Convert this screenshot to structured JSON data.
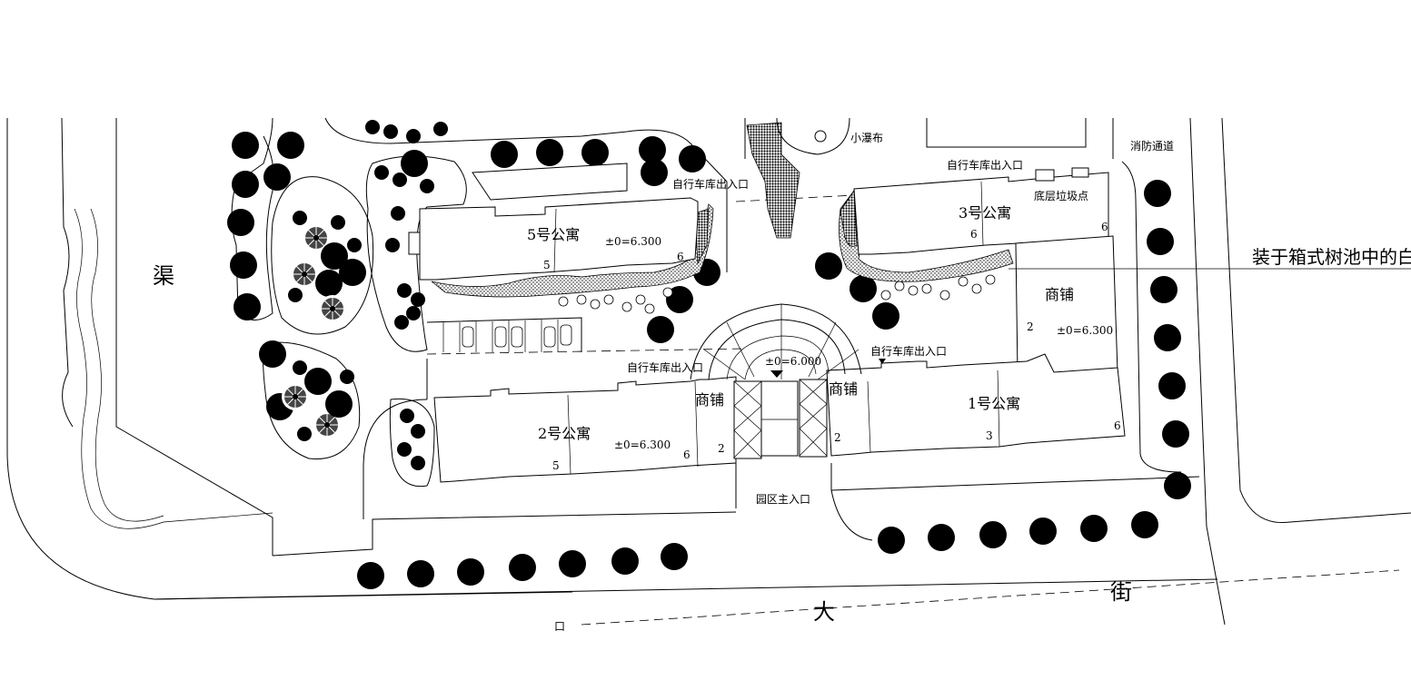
{
  "labels": {
    "canal": "渠",
    "street_left": "大",
    "street_right": "街",
    "street_fragment": "口",
    "apt5": "5号公寓",
    "apt3": "3号公寓",
    "apt2": "2号公寓",
    "apt1": "1号公寓",
    "shop_right_upper": "商铺",
    "shop_left_center": "商铺",
    "shop_right_center": "商铺",
    "elev_apt5": "±0=6.300",
    "elev_apt2": "±0=6.300",
    "elev_shop": "±0=6.300",
    "elev_plaza": "±0=6.000",
    "bike_exit_apt5": "自行车库出入口",
    "bike_exit_apt3": "自行车库出入口",
    "bike_exit_apt2": "自行车库出入口",
    "bike_exit_apt1": "自行车库出入口",
    "main_entrance": "园区主入口",
    "fire_lane": "消防通道",
    "small_waterfall": "小瀑布",
    "garbage_point": "底层垃圾点",
    "tree_pool_note": "装于箱式树池中的白",
    "floor_5_a": "5",
    "floor_5_b": "6",
    "floor_3_a": "6",
    "floor_3_b": "6",
    "floor_2_a": "5",
    "floor_2_b": "6",
    "floor_2_c": "2",
    "floor_1_a": "3",
    "floor_1_b": "6",
    "floor_1_c": "2",
    "floor_shop": "2"
  }
}
